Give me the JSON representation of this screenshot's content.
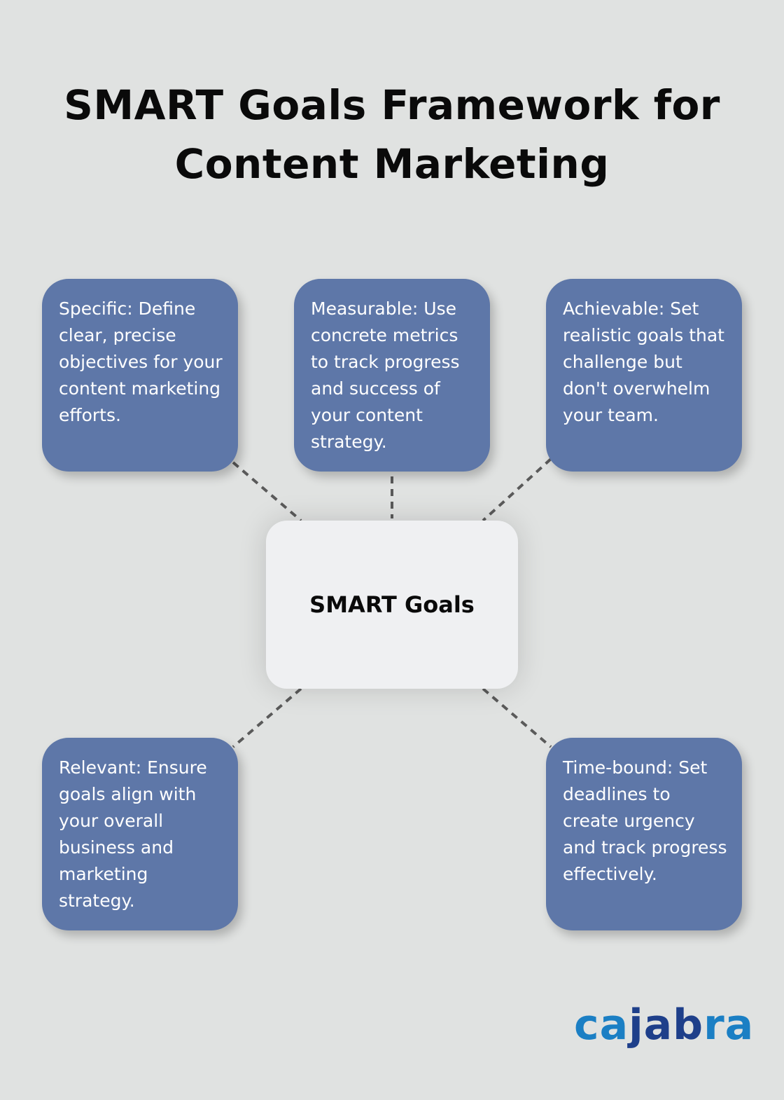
{
  "title": {
    "line1": "SMART Goals Framework for",
    "line2": "Content Marketing"
  },
  "center": {
    "label": "SMART Goals"
  },
  "nodes": [
    {
      "id": "specific",
      "text": "Specific: Define clear, precise objectives for your content marketing efforts."
    },
    {
      "id": "measurable",
      "text": "Measurable: Use concrete metrics to track progress and success of your content strategy."
    },
    {
      "id": "achievable",
      "text": "Achievable: Set realistic goals that challenge but don't overwhelm your team."
    },
    {
      "id": "relevant",
      "text": "Relevant: Ensure goals align with your overall business and marketing strategy."
    },
    {
      "id": "time-bound",
      "text": "Time-bound: Set deadlines to create urgency and track progress effectively."
    }
  ],
  "logo": {
    "part1": "ca",
    "part2": "jab",
    "part3": "ra"
  },
  "colors": {
    "background": "#e0e2e1",
    "node_fill": "#5e77a8",
    "center_fill": "#eff0f2",
    "connector": "#5a5a5a",
    "logo_light": "#1b7fc4",
    "logo_dark": "#1e3f8a"
  }
}
